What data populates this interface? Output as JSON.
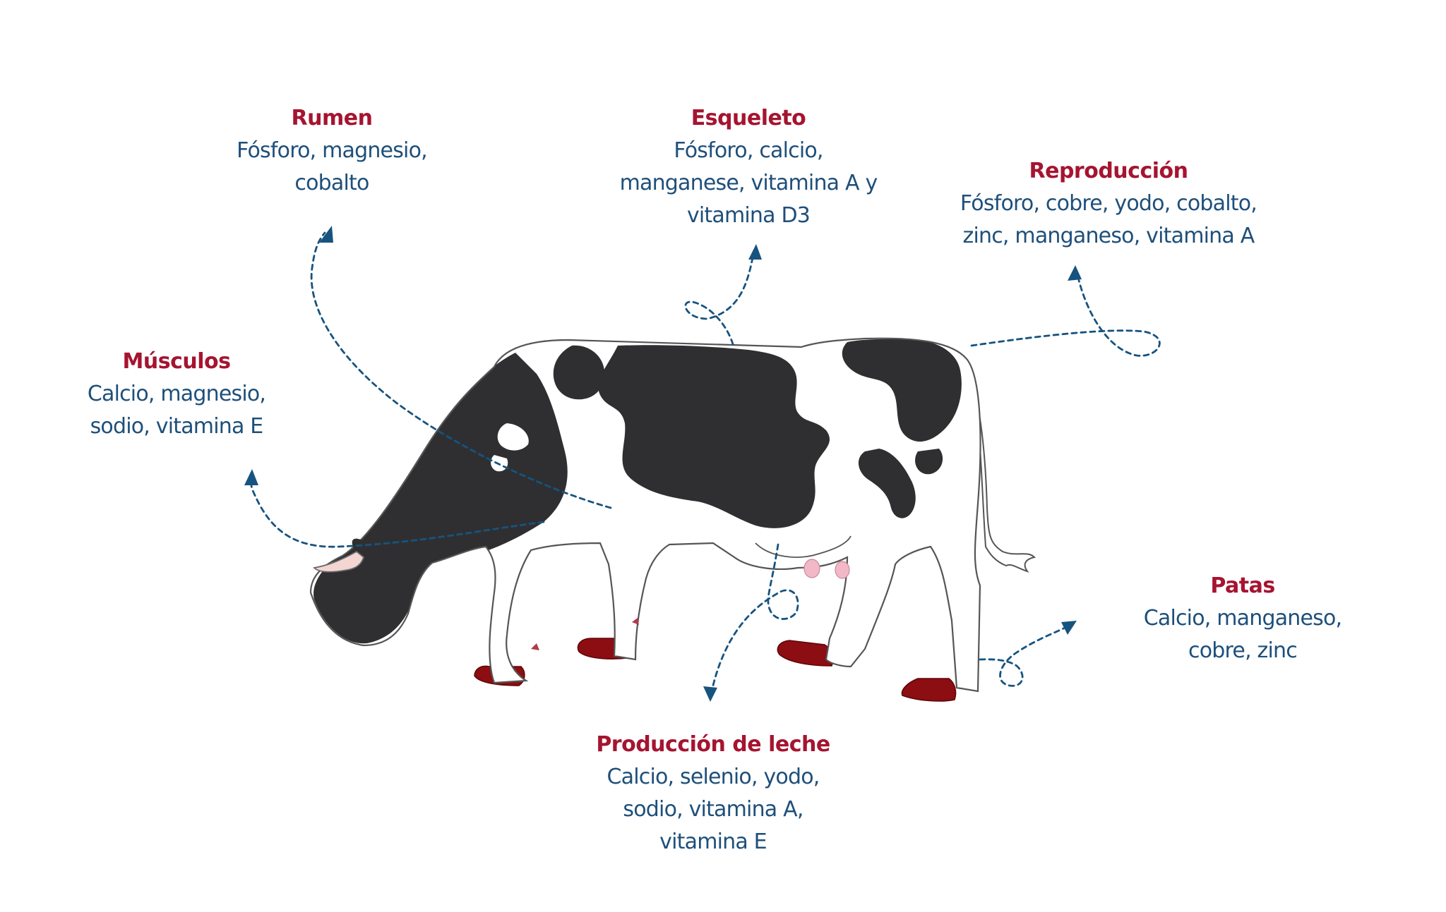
{
  "colors": {
    "title": "#a51430",
    "body_text": "#1e4f7a",
    "arrow": "#17537f",
    "cow_patch": "#2f2f31",
    "cow_outline": "#555555",
    "hoof": "#8c0d12",
    "udder": "#f2b8c8",
    "horn": "#f3d6d2"
  },
  "labels": {
    "rumen": {
      "title": "Rumen",
      "lines": [
        "Fósforo, magnesio,",
        "cobalto"
      ]
    },
    "esqueleto": {
      "title": "Esqueleto",
      "lines": [
        "Fósforo, calcio,",
        "manganese, vitamina A y",
        "vitamina D3"
      ]
    },
    "reproduccion": {
      "title": "Reproducción",
      "lines": [
        "Fósforo, cobre, yodo, cobalto,",
        "zinc, manganeso, vitamina A"
      ]
    },
    "musculos": {
      "title": "Músculos",
      "lines": [
        "Calcio, magnesio,",
        "sodio, vitamina E"
      ]
    },
    "patas": {
      "title": "Patas",
      "lines": [
        "Calcio, manganeso,",
        "cobre, zinc"
      ]
    },
    "leche": {
      "title": "Producción de leche",
      "lines": [
        "Calcio, selenio, yodo,",
        "sodio, vitamina A,",
        "vitamina E"
      ]
    }
  },
  "icons": [
    "cow-illustration",
    "dotted-arrow"
  ]
}
